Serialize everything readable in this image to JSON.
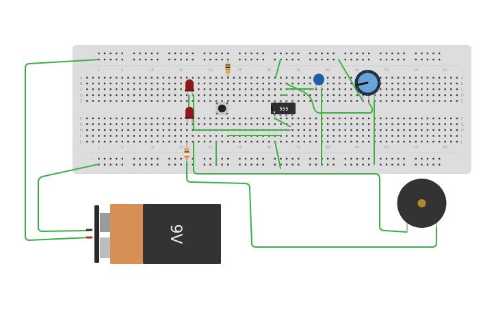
{
  "canvas": {
    "title": "555 timer breadboard circuit",
    "background": "#ffffff"
  },
  "breadboard": {
    "color": "#dddddd",
    "columns": 60,
    "extra_leading_columns": 2,
    "extra_trailing_columns": 2,
    "row_labels_top": [
      "A",
      "B",
      "C",
      "D",
      "E"
    ],
    "row_labels_bottom": [
      "F",
      "G",
      "H",
      "I",
      "J"
    ],
    "column_number_labels": [
      "1",
      "5",
      "10",
      "15",
      "20",
      "25",
      "30",
      "35",
      "40",
      "45",
      "50",
      "55",
      "60"
    ],
    "rail_labels": {
      "minus": "−",
      "plus": "+"
    },
    "rail_minus_color": "#9ec3e6",
    "rail_plus_color": "#e8a8a8",
    "hole_color": "#3a3a3a"
  },
  "components": {
    "battery": {
      "label": "9V",
      "body_color": "#333333",
      "cap_color": "#d68f54",
      "terminal_color": "#9a9a9a"
    },
    "ic": {
      "label": "555",
      "body_color": "#2f2f2f"
    },
    "led_top": {
      "name": "LED 1",
      "color": "#8b1a1a"
    },
    "led_bottom": {
      "name": "LED 2",
      "color": "#8b1a1a"
    },
    "resistor_top": {
      "name": "Resistor R1",
      "body_color": "#e3c28b"
    },
    "resistor_bottom": {
      "name": "Resistor R2",
      "body_color": "#e3c28b"
    },
    "pushbutton": {
      "name": "Pushbutton",
      "body_color": "#c8c8c8"
    },
    "capacitor": {
      "name": "Ceramic capacitor",
      "color": "#1f5fa8"
    },
    "potentiometer": {
      "name": "Potentiometer",
      "knob_color": "#6aa3dc",
      "ring_color": "#1e2f3f"
    },
    "buzzer": {
      "name": "Piezo buzzer",
      "body_color": "#333333",
      "center_color": "#b08a2e"
    }
  },
  "wire_color": "#3cb043"
}
